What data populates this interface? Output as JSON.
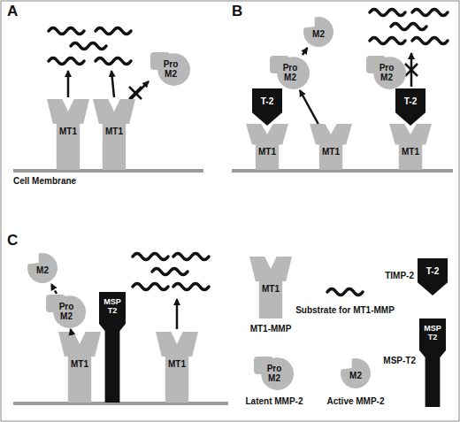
{
  "diagram": {
    "nodes": [
      {
        "text": [
          "MT1"
        ]
      },
      {
        "text": [
          "MT1"
        ]
      },
      {
        "text": [
          "Pro M2"
        ]
      },
      {
        "text": [
          "M2"
        ]
      },
      {
        "text": [
          "Pro M2"
        ]
      },
      {
        "text": [
          "Pro M2"
        ]
      },
      {
        "text": [
          "T-2"
        ]
      },
      {
        "text": [
          "T-2"
        ]
      },
      {
        "text": [
          "MT1"
        ]
      },
      {
        "text": [
          "MT1"
        ]
      },
      {
        "text": [
          "MT1"
        ]
      },
      {
        "text": [
          "M2"
        ]
      },
      {
        "text": [
          "Pro M2"
        ]
      },
      {
        "text": [
          "MT1"
        ]
      },
      {
        "text": [
          "MSP T2"
        ]
      },
      {
        "text": [
          "MT1"
        ]
      },
      {
        "text": [
          "MT1"
        ]
      },
      {
        "text": [
          "Pro M2"
        ]
      },
      {
        "text": [
          "M2"
        ]
      },
      {
        "text": [
          "T-2"
        ]
      },
      {
        "text": [
          "MSP T2"
        ]
      }
    ],
    "edges": [
      {
        "from": 9,
        "to": 4,
        "arrow": "to"
      },
      {
        "from": 4,
        "to": 3,
        "arrow": "to"
      },
      {
        "from": 13,
        "to": 12,
        "arrow": "to"
      },
      {
        "from": 12,
        "to": 11,
        "arrow": "to"
      }
    ],
    "labels": [
      "A",
      "B",
      "C",
      "Cell Membrane"
    ],
    "legend": [
      {
        "text": "MT1-MMP"
      },
      {
        "text": "Substrate for MT1-MMP"
      },
      {
        "text": "TIMP-2"
      },
      {
        "text": "Latent MMP-2"
      },
      {
        "text": "Active MMP-2"
      },
      {
        "text": "MSP-T2"
      }
    ]
  }
}
